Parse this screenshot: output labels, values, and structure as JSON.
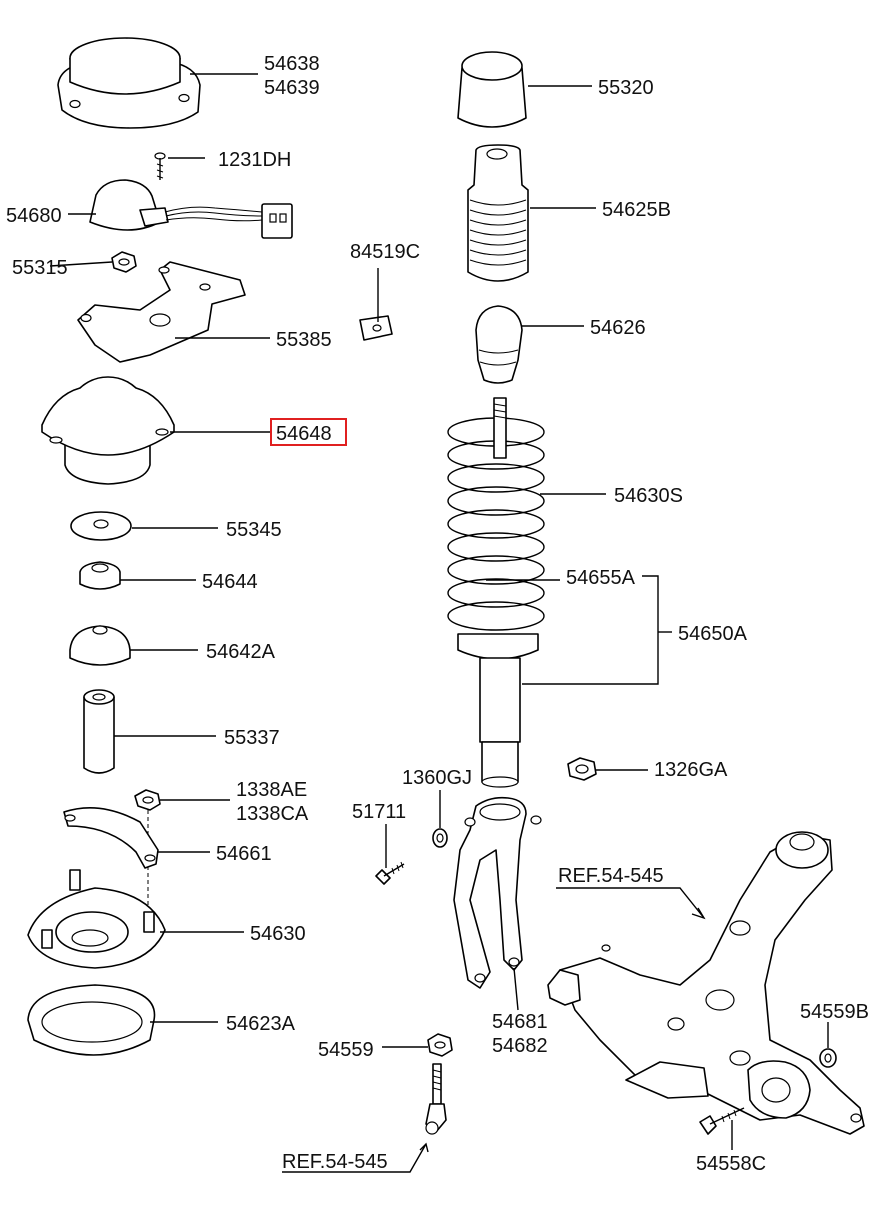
{
  "highlight_color": "#e02020",
  "callouts": [
    {
      "id": "c54638",
      "text": "54638"
    },
    {
      "id": "c54639",
      "text": "54639"
    },
    {
      "id": "c1231DH",
      "text": "1231DH"
    },
    {
      "id": "c54680",
      "text": "54680"
    },
    {
      "id": "c55315",
      "text": "55315"
    },
    {
      "id": "c55385",
      "text": "55385"
    },
    {
      "id": "c84519C",
      "text": "84519C"
    },
    {
      "id": "c54648",
      "text": "54648",
      "highlighted": true
    },
    {
      "id": "c55345",
      "text": "55345"
    },
    {
      "id": "c54644",
      "text": "54644"
    },
    {
      "id": "c54642A",
      "text": "54642A"
    },
    {
      "id": "c55337",
      "text": "55337"
    },
    {
      "id": "c1338AE",
      "text": "1338AE"
    },
    {
      "id": "c1338CA",
      "text": "1338CA"
    },
    {
      "id": "c54661",
      "text": "54661"
    },
    {
      "id": "c54630",
      "text": "54630"
    },
    {
      "id": "c54623A",
      "text": "54623A"
    },
    {
      "id": "c55320",
      "text": "55320"
    },
    {
      "id": "c54625B",
      "text": "54625B"
    },
    {
      "id": "c54626",
      "text": "54626"
    },
    {
      "id": "c54630S",
      "text": "54630S"
    },
    {
      "id": "c54655A",
      "text": "54655A"
    },
    {
      "id": "c54650A",
      "text": "54650A"
    },
    {
      "id": "c1360GJ",
      "text": "1360GJ"
    },
    {
      "id": "c1326GA",
      "text": "1326GA"
    },
    {
      "id": "c51711",
      "text": "51711"
    },
    {
      "id": "cREF1",
      "text": "REF.54-545"
    },
    {
      "id": "c54681",
      "text": "54681"
    },
    {
      "id": "c54682",
      "text": "54682"
    },
    {
      "id": "c54559B",
      "text": "54559B"
    },
    {
      "id": "c54559",
      "text": "54559"
    },
    {
      "id": "cREF2",
      "text": "REF.54-545"
    },
    {
      "id": "c54558C",
      "text": "54558C"
    }
  ]
}
